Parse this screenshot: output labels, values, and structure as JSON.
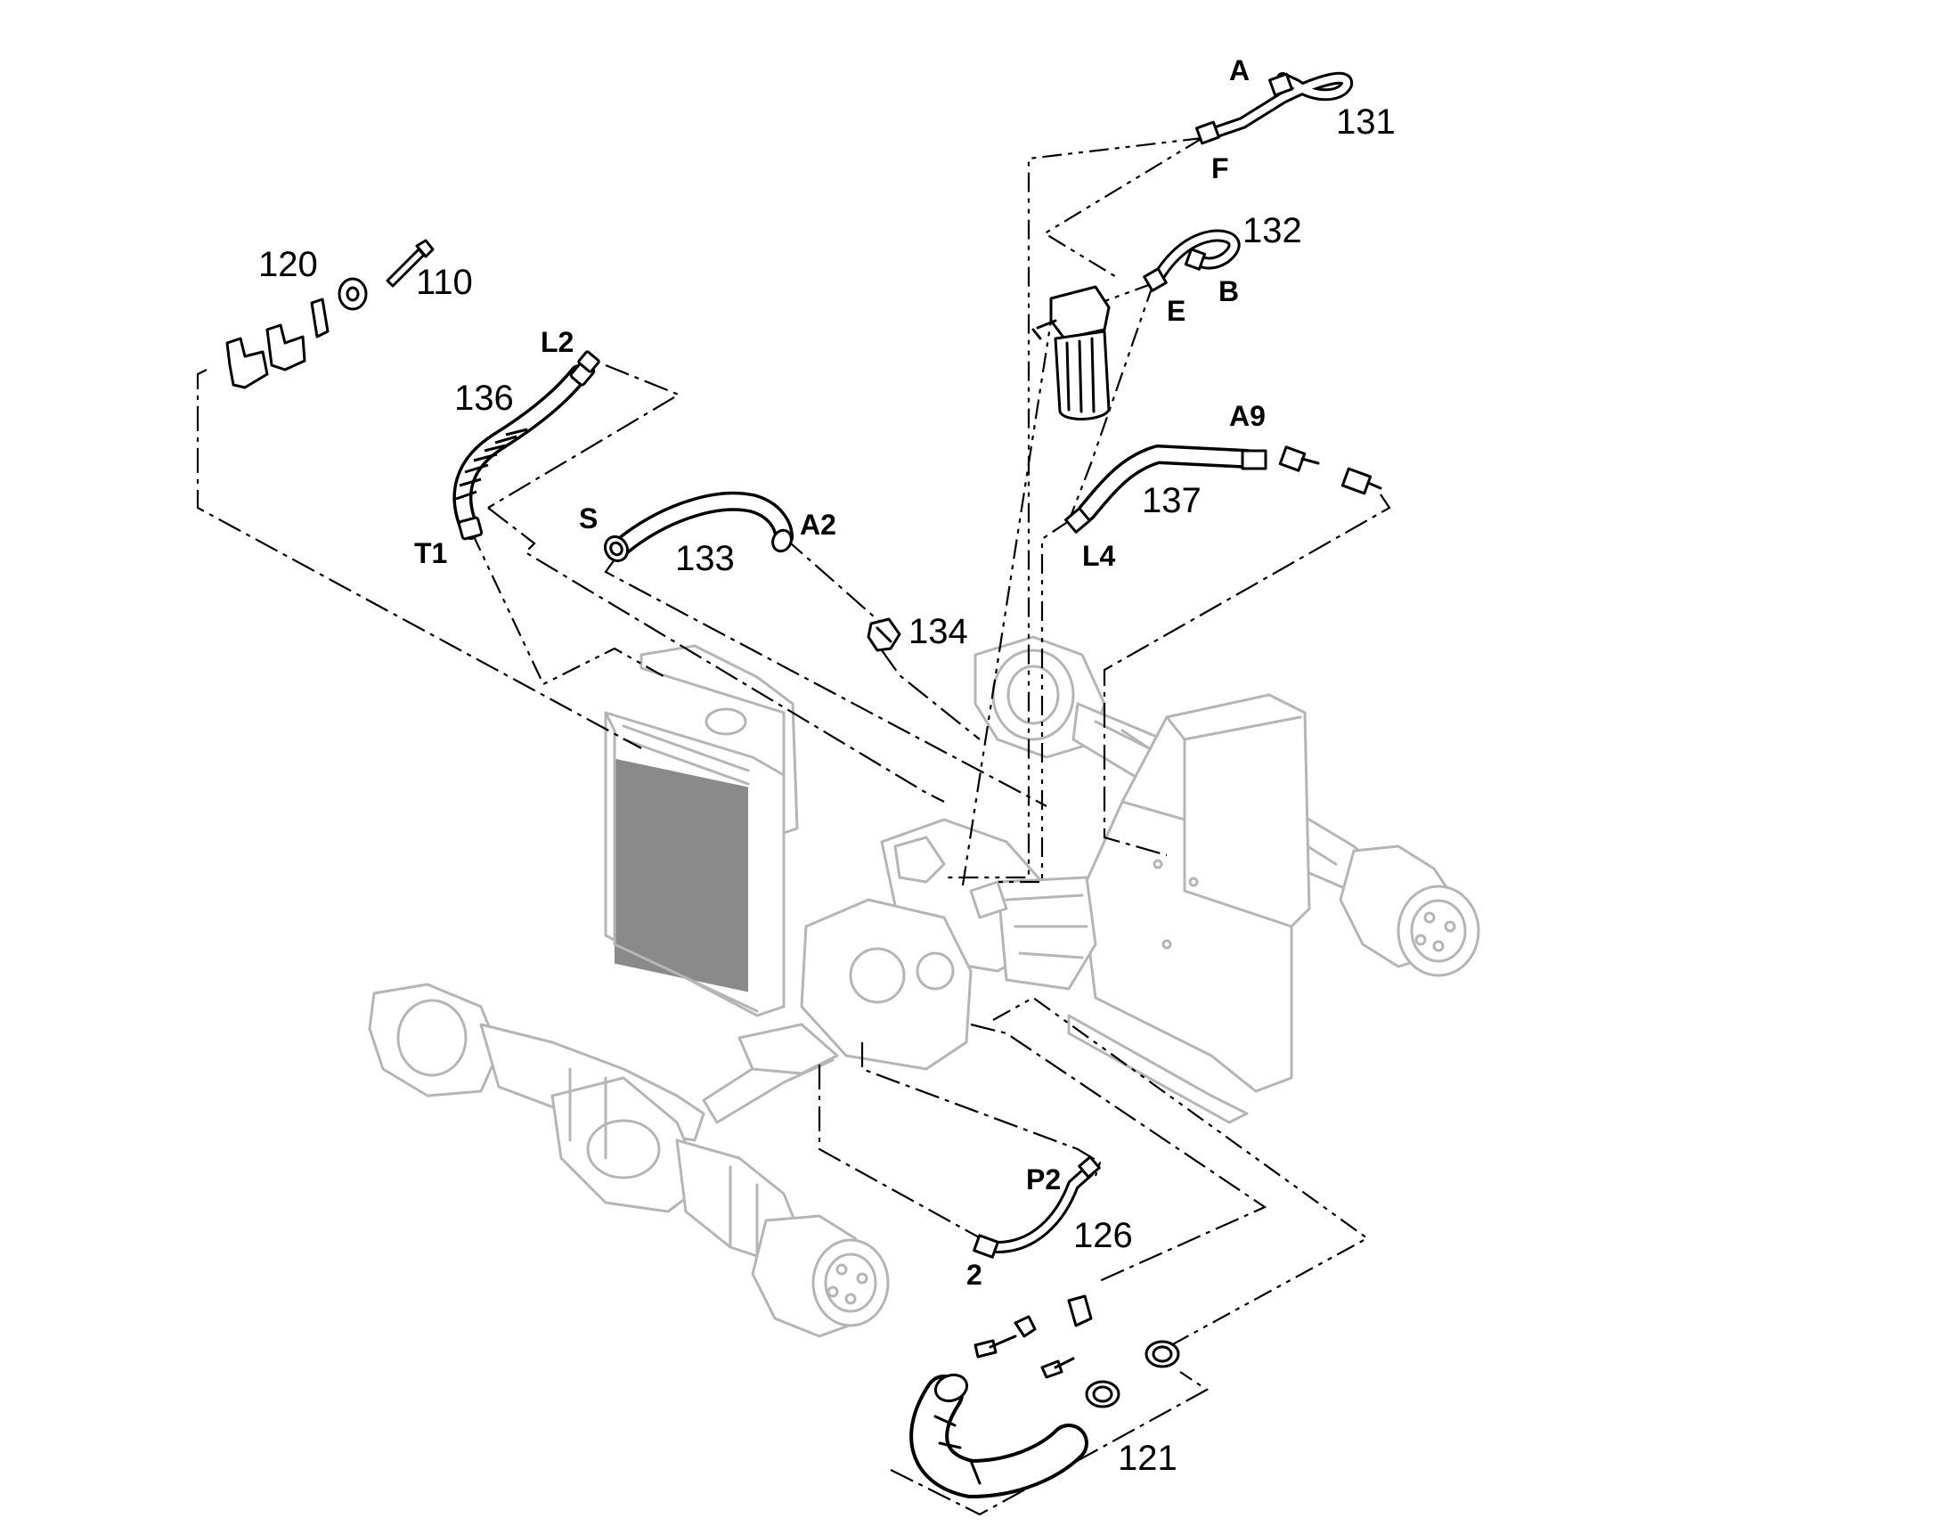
{
  "part_numbers": {
    "p110": "110",
    "p120": "120",
    "p121": "121",
    "p126": "126",
    "p131": "131",
    "p132": "132",
    "p133": "133",
    "p134": "134",
    "p136": "136",
    "p137": "137"
  },
  "port_labels": {
    "A": "A",
    "F": "F",
    "B": "B",
    "E": "E",
    "L2": "L2",
    "T1": "T1",
    "S": "S",
    "A2": "A2",
    "A9": "A9",
    "L4": "L4",
    "P2": "P2",
    "2": "2"
  },
  "colors": {
    "highlighted_parts": "#000000",
    "background_assembly": "#b5b5b5",
    "radiator_core": "#8a8a8a"
  }
}
